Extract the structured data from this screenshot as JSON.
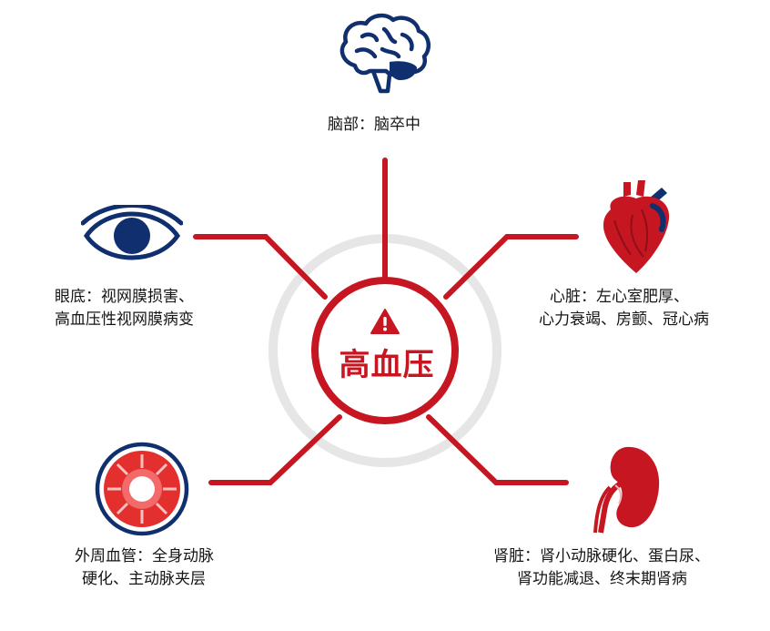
{
  "center": {
    "title": "高血压",
    "icon": "warning-icon",
    "color": "#c51622"
  },
  "organs": {
    "brain": {
      "icon": "brain-icon",
      "text": "脑部：脑卒中"
    },
    "eye": {
      "icon": "eye-icon",
      "line1": "眼底：视网膜损害、",
      "line2": "高血压性视网膜病变"
    },
    "heart": {
      "icon": "heart-icon",
      "line1": "心脏：左心室肥厚、",
      "line2": "心力衰竭、房颤、冠心病"
    },
    "vessel": {
      "icon": "blood-vessel-icon",
      "line1": "外周血管：全身动脉",
      "line2": "硬化、主动脉夹层"
    },
    "kidney": {
      "icon": "kidney-icon",
      "line1": "肾脏：肾小动脉硬化、蛋白尿、",
      "line2": "肾功能减退、终末期肾病"
    }
  },
  "colors": {
    "accent": "#c51622",
    "navy": "#0f2f6e",
    "ring": "#e6e6e6"
  }
}
